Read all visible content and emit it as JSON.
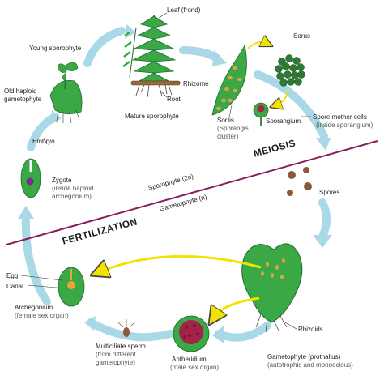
{
  "labels": {
    "leaf_frond": "Leaf (frond)",
    "young_sporophyte": "Young sporophyte",
    "rhizome": "Rhizome",
    "root": "Root",
    "mature_sporophyte": "Mature sporophyte",
    "old_haploid": "Old haploid",
    "gametophyte_word": "gametophyte",
    "sorus_top": "Sorus",
    "sorus": "Sorus",
    "sporangis_paren": "(Sporangis",
    "cluster_paren": "cluster)",
    "sporangium": "Sporangium",
    "spore_mother_cells": "Spore mother cells",
    "inside_sporangium": "(inside sporangium)",
    "embryo": "Embryo",
    "zygote": "Zygote",
    "inside_haploid": "(inside haploid",
    "archegonium_paren": "archegonium)",
    "meiosis": "MEIOSIS",
    "sporophyte_2n": "Sporophyte (2n)",
    "gametophyte_n": "Gametophyte (n)",
    "spores": "Spores",
    "fertilization": "FERTILIZATION",
    "egg": "Egg",
    "canal": "Canal",
    "archegonium": "Archegonium",
    "female_sex_organ": "(female sex organ)",
    "rhizoids": "Rhizoids",
    "multiciliate_sperm": "Multiciliate sperm",
    "from_different": "(from different",
    "gametophyte_paren": "gametophyte)",
    "antheridium": "Antheridium",
    "male_sex_organ": "(male sex organ)",
    "gametophyte_prothallus": "Gametophyte (prothallus)",
    "autotrophic": "(autotrophic and monoecious)"
  },
  "colors": {
    "cycle_arrow": "#a9d8e6",
    "divider": "#8b1c5a",
    "leaf_green": "#3aa845",
    "dark_green": "#1f6b2a",
    "sorus_dark": "#2d7a34",
    "spore_brown": "#8a5a3a",
    "yellow_arrow": "#f2e200",
    "antheridium_red": "#a3234a",
    "orange_cell": "#f0a23a"
  }
}
